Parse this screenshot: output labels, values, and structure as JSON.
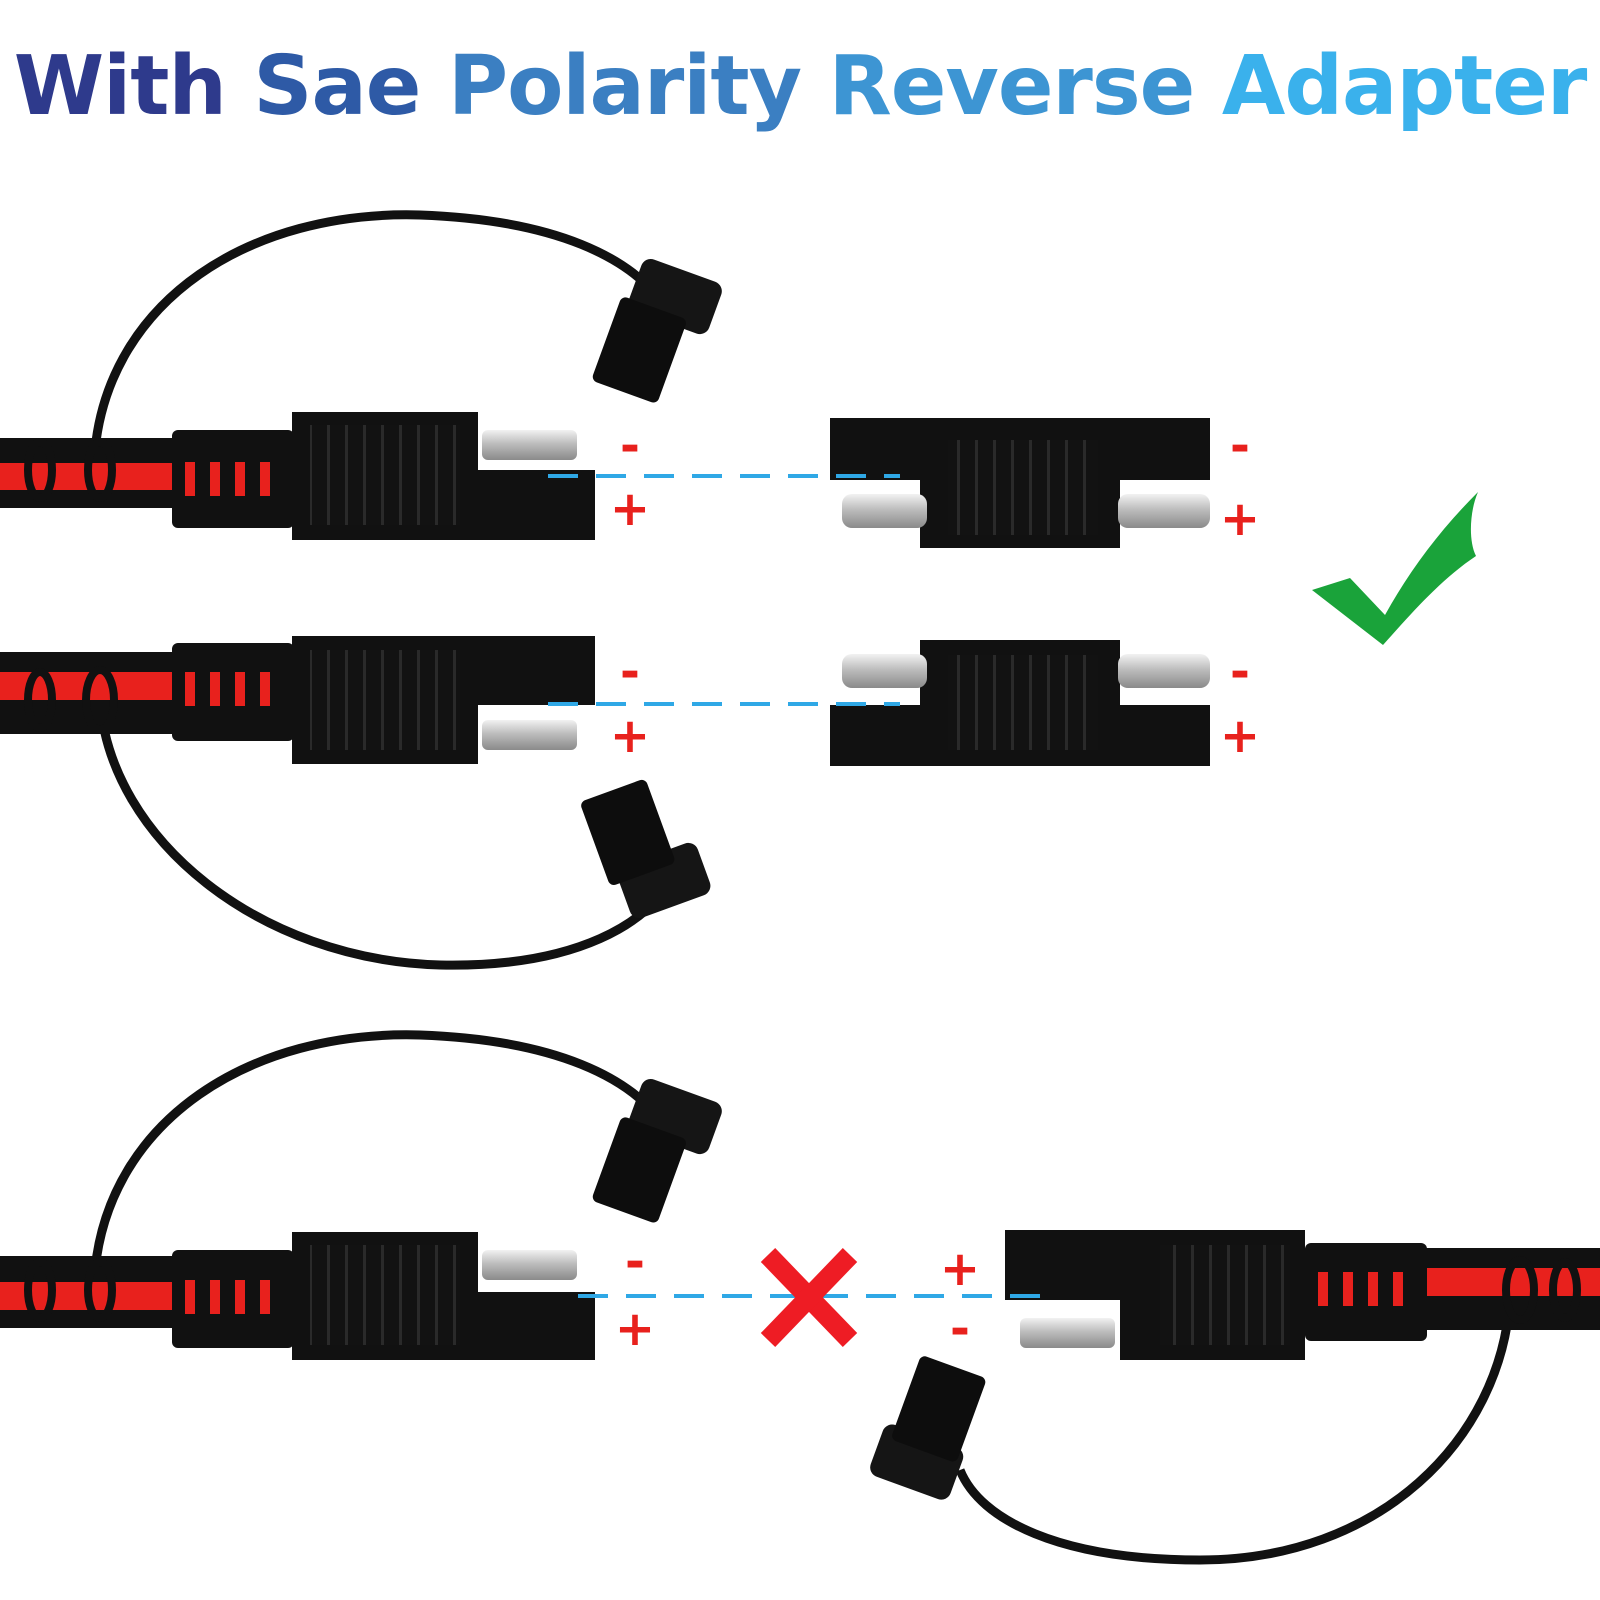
{
  "title": {
    "words": [
      "With",
      "Sae",
      "Polarity",
      "Reverse",
      "Adapter"
    ]
  },
  "polarity": {
    "negative": "-",
    "positive": "+"
  },
  "colors": {
    "title_dark": "#2e3a8c",
    "title_light": "#3ab1ec",
    "wire_red": "#e8211d",
    "connector_black": "#111111",
    "dashed_line": "#2fa8e6",
    "check": "#1aa33a",
    "cross": "#ee1c24"
  },
  "icons": {
    "correct": "check-mark-icon",
    "wrong": "cross-mark-icon"
  }
}
